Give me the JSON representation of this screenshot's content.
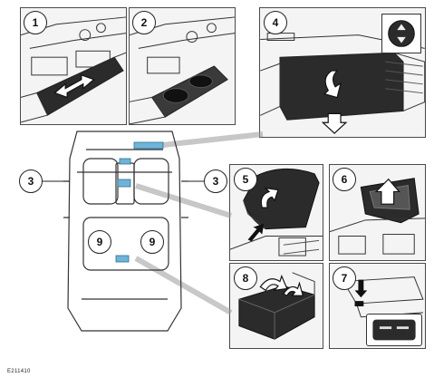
{
  "callouts": {
    "c1": "1",
    "c2": "2",
    "c3_left": "3",
    "c3_right": "3",
    "c4": "4",
    "c5": "5",
    "c6": "6",
    "c7": "7",
    "c8": "8",
    "c9_left": "9",
    "c9_right": "9"
  },
  "reference_code": "E211410",
  "colors": {
    "line": "#2a2a2a",
    "panel_bg": "#f4f4f4",
    "component_dark": "#2b2b2b",
    "highlight_blue": "#6fb4d8",
    "leader_gray": "#9a9a9a"
  },
  "icons": {
    "slide_arrows": "double-arrow-icon",
    "open_arrow": "curved-arrow-icon",
    "push_arrow": "down-arrow-icon",
    "switch": "up-down-switch-icon"
  }
}
